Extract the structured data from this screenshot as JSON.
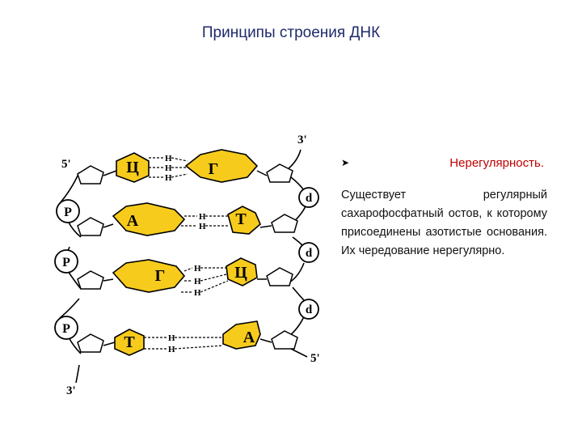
{
  "slide": {
    "title": "Принципы строения ДНК"
  },
  "diagram": {
    "ends": {
      "five_top_left": "5'",
      "three_top_right": "3'",
      "three_bottom_left": "3'",
      "five_bottom_right": "5'"
    },
    "phosphate_label": "P",
    "deoxyribose_label": "d",
    "hydrogen_label": "H",
    "pairs": [
      {
        "left": "Ц",
        "right": "Г"
      },
      {
        "left": "А",
        "right": "Т"
      },
      {
        "left": "Г",
        "right": "Ц"
      },
      {
        "left": "Т",
        "right": "А"
      }
    ],
    "colors": {
      "base": "#f6cb1c",
      "outline": "#000000",
      "title": "#1f2a6b",
      "accent": "#c00000"
    }
  },
  "side": {
    "bullet_icon": "arrow-bullet-icon",
    "heading": "Нерегулярность.",
    "paragraph": "Существует регулярный сахарофосфатный остов, к которому присоединены азотистые основания. Их чередование нерегулярно."
  }
}
